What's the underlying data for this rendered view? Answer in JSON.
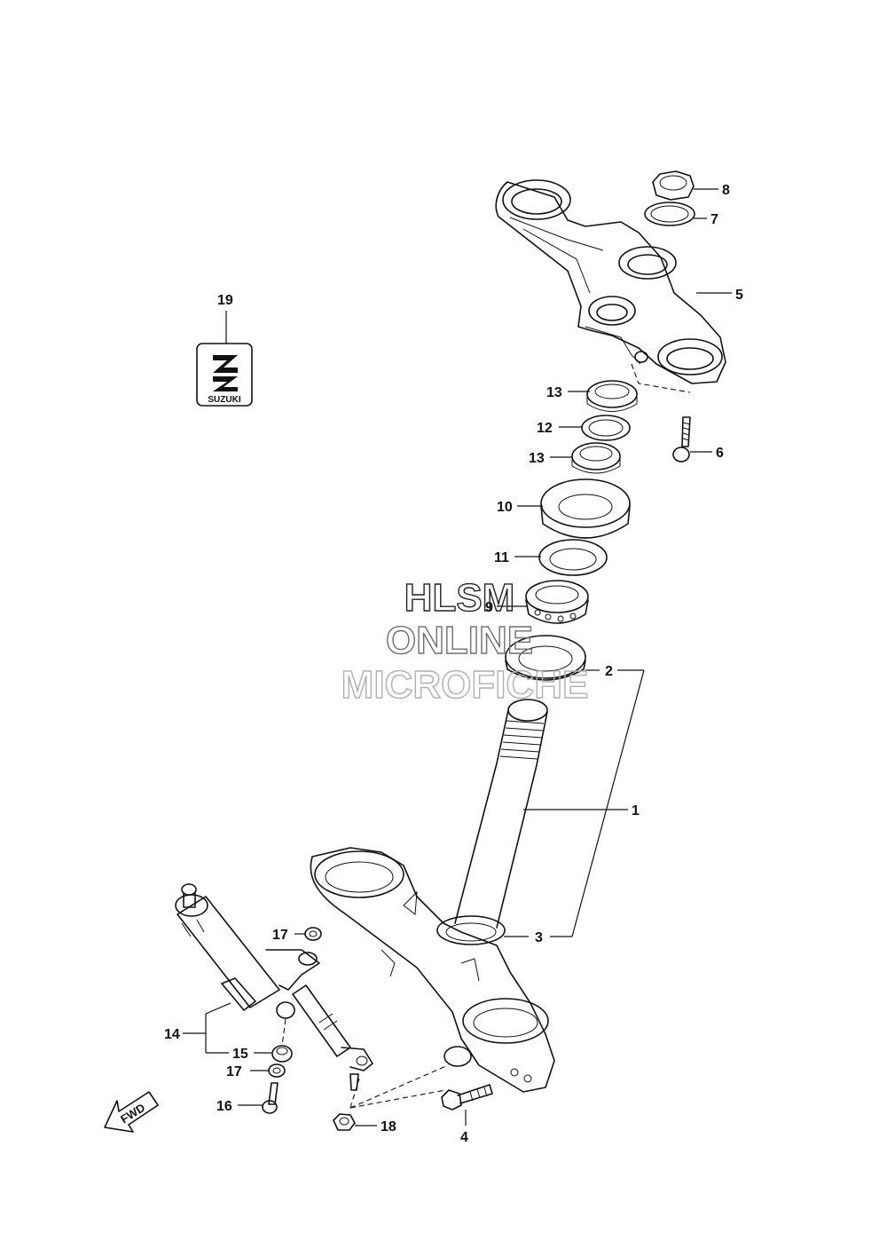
{
  "callouts": {
    "c1": "1",
    "c2": "2",
    "c3": "3",
    "c4": "4",
    "c5": "5",
    "c6": "6",
    "c7": "7",
    "c8": "8",
    "c9": "9",
    "c10": "10",
    "c11": "11",
    "c12": "12",
    "c13a": "13",
    "c13b": "13",
    "c14": "14",
    "c15": "15",
    "c16": "16",
    "c17a": "17",
    "c17b": "17",
    "c18": "18",
    "c19": "19"
  },
  "emblem": {
    "brand": "SUZUKI"
  },
  "fwd_arrow": {
    "label": "FWD"
  },
  "watermark": {
    "line1": "HLSM",
    "line2": "ONLINE",
    "line3": "MICROFICHE",
    "color": "#9a9a9a"
  }
}
